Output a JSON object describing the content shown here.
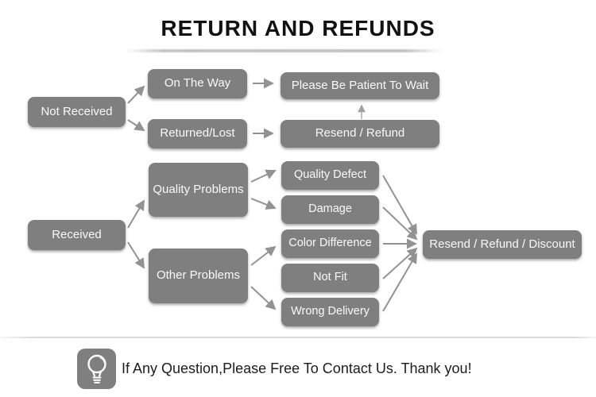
{
  "title": "RETURN AND REFUNDS",
  "flowchart": {
    "nodes": {
      "not_received": "Not Received",
      "on_the_way": "On The Way",
      "returned_lost": "Returned/Lost",
      "please_wait": "Please Be Patient To Wait",
      "resend_refund": "Resend / Refund",
      "received": "Received",
      "quality_problems": "Quality Problems",
      "other_problems": "Other Problems",
      "quality_defect": "Quality Defect",
      "damage": "Damage",
      "color_difference": "Color Difference",
      "not_fit": "Not Fit",
      "wrong_delivery": "Wrong Delivery",
      "resend_refund_discount": "Resend / Refund / Discount"
    },
    "edges": [
      {
        "from": "not_received",
        "to": "on_the_way"
      },
      {
        "from": "not_received",
        "to": "returned_lost"
      },
      {
        "from": "on_the_way",
        "to": "please_wait"
      },
      {
        "from": "returned_lost",
        "to": "resend_refund"
      },
      {
        "from": "resend_refund",
        "to": "please_wait"
      },
      {
        "from": "received",
        "to": "quality_problems"
      },
      {
        "from": "received",
        "to": "other_problems"
      },
      {
        "from": "quality_problems",
        "to": "quality_defect"
      },
      {
        "from": "quality_problems",
        "to": "damage"
      },
      {
        "from": "other_problems",
        "to": "color_difference"
      },
      {
        "from": "other_problems",
        "to": "wrong_delivery"
      },
      {
        "from": "quality_defect",
        "to": "resend_refund_discount"
      },
      {
        "from": "damage",
        "to": "resend_refund_discount"
      },
      {
        "from": "color_difference",
        "to": "resend_refund_discount"
      },
      {
        "from": "not_fit",
        "to": "resend_refund_discount"
      },
      {
        "from": "wrong_delivery",
        "to": "resend_refund_discount"
      }
    ]
  },
  "footer": {
    "icon": "lightbulb-icon",
    "message": "If Any Question,Please Free To Contact Us. Thank you!"
  },
  "colors": {
    "box": "#7f7f7f",
    "arrow": "#929292",
    "title": "#121212",
    "divider": "#d8d8d8"
  }
}
